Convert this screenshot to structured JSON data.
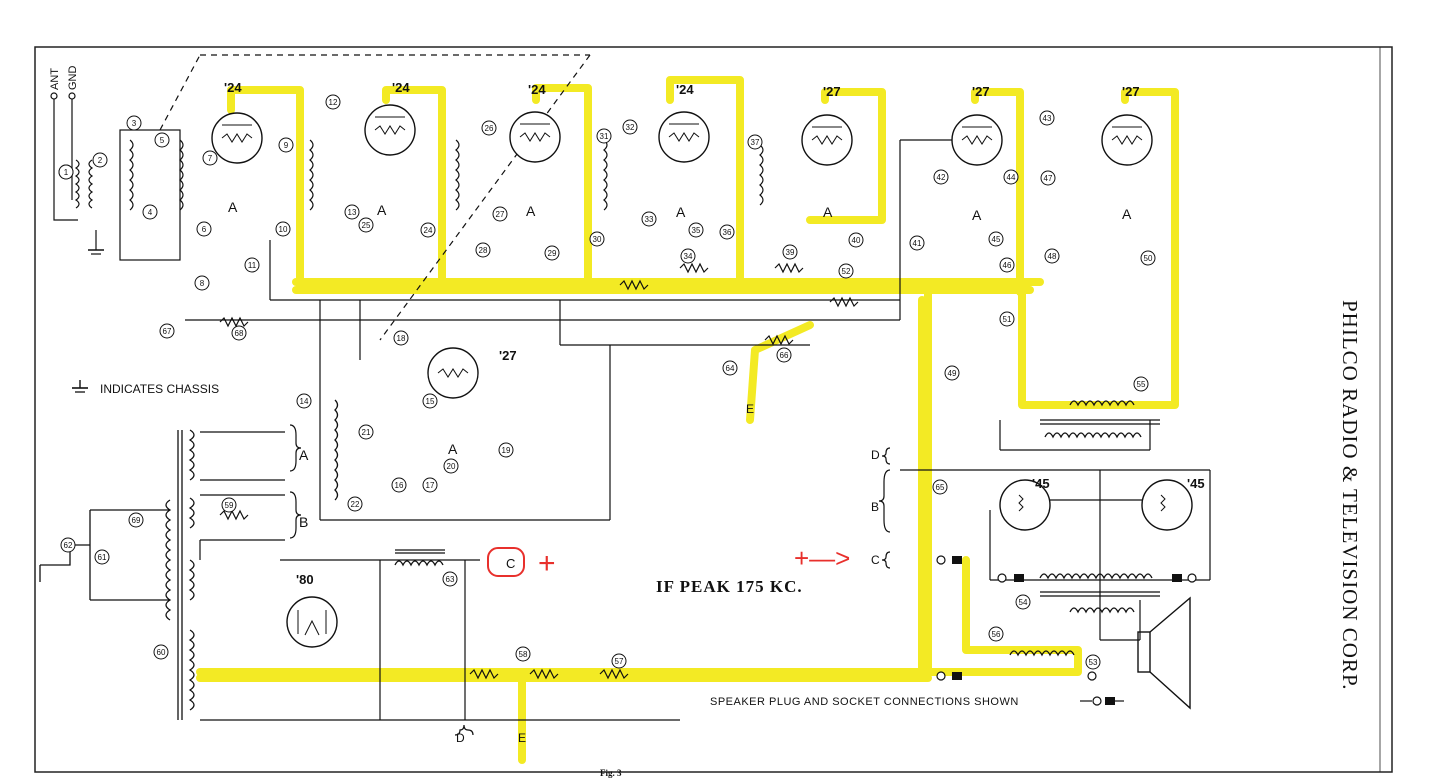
{
  "antenna_labels": {
    "ant": "ANT",
    "gnd": "GND"
  },
  "tubes": [
    {
      "label": "'24"
    },
    {
      "label": "'24"
    },
    {
      "label": "'24"
    },
    {
      "label": "'24"
    },
    {
      "label": "'27"
    },
    {
      "label": "'27"
    },
    {
      "label": "'27"
    },
    {
      "label": "'27"
    },
    {
      "label": "'80"
    },
    {
      "label": "'45"
    },
    {
      "label": "'45"
    }
  ],
  "legend_text": "INDICATES CHASSIS",
  "if_note": "IF PEAK 175 KC.",
  "speaker_note": "SPEAKER PLUG AND SOCKET CONNECTIONS SHOWN",
  "manufacturer": "PHILCO RADIO & TELEVISION CORP.",
  "figure_caption": "Fig. 3",
  "terminal_letters": {
    "a": "A",
    "b": "B",
    "c": "C",
    "d": "D",
    "e": "E"
  },
  "annotation_circled": "C",
  "annotation_plus": "+",
  "annotation_arrow": "+—>",
  "component_numbers": [
    "1",
    "2",
    "3",
    "4",
    "5",
    "6",
    "7",
    "8",
    "9",
    "10",
    "11",
    "12",
    "13",
    "14",
    "15",
    "16",
    "17",
    "18",
    "19",
    "20",
    "21",
    "22",
    "24",
    "25",
    "26",
    "27",
    "28",
    "29",
    "30",
    "31",
    "32",
    "33",
    "34",
    "35",
    "36",
    "37",
    "39",
    "40",
    "41",
    "42",
    "43",
    "44",
    "45",
    "46",
    "47",
    "48",
    "49",
    "50",
    "51",
    "52",
    "53",
    "54",
    "55",
    "56",
    "57",
    "58",
    "59",
    "60",
    "61",
    "62",
    "63",
    "64",
    "65",
    "66",
    "67",
    "68",
    "69"
  ],
  "colors": {
    "highlight": "#f3ea24",
    "markup_red": "#e8302c",
    "ink": "#111111"
  }
}
